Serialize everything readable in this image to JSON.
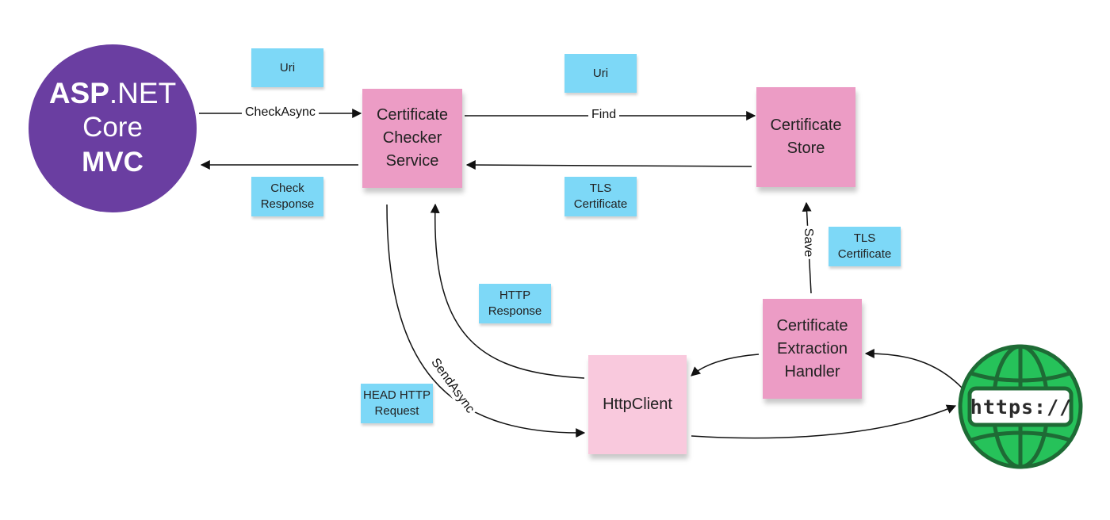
{
  "nodes": {
    "asp_logo": {
      "line1_bold": "ASP",
      "line1_rest": ".NET",
      "line2": "Core",
      "line3": "MVC"
    },
    "checker_service": "Certificate\nChecker\nService",
    "certificate_store": "Certificate\nStore",
    "extraction_handler": "Certificate\nExtraction\nHandler",
    "http_client": "HttpClient",
    "https_globe": "https://"
  },
  "notes": {
    "uri_1": "Uri",
    "uri_2": "Uri",
    "check_response": "Check\nResponse",
    "tls_certificate_1": "TLS\nCertificate",
    "tls_certificate_2": "TLS\nCertificate",
    "http_response": "HTTP\nResponse",
    "head_http_request": "HEAD HTTP\nRequest"
  },
  "edges": {
    "check_async": "CheckAsync",
    "find": "Find",
    "save": "Save",
    "send_async": "SendAsync"
  },
  "colors": {
    "asp_purple": "#6a3ea1",
    "sticky_pink": "#ec9cc5",
    "sticky_light_pink": "#f9c9dd",
    "sticky_blue": "#7dd8f7",
    "globe_green": "#26c25a",
    "globe_outline": "#1e6b35"
  }
}
